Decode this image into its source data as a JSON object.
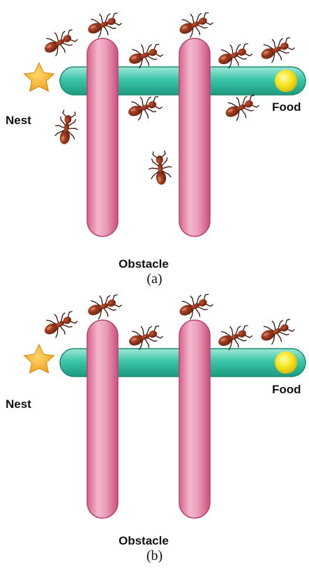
{
  "labels": {
    "nest": "Nest",
    "food": "Food",
    "obstacle": "Obstacle"
  },
  "captions": {
    "a": "(a)",
    "b": "(b)"
  },
  "colors": {
    "path": "#33c2a6",
    "obstacle": "#e07ea4",
    "nest_star": "#f8b02a",
    "food": "#f4e21b",
    "ant": "#8c2a15"
  },
  "icons": {
    "nest": "star-icon",
    "food": "circle-icon",
    "ant": "ant-icon"
  }
}
